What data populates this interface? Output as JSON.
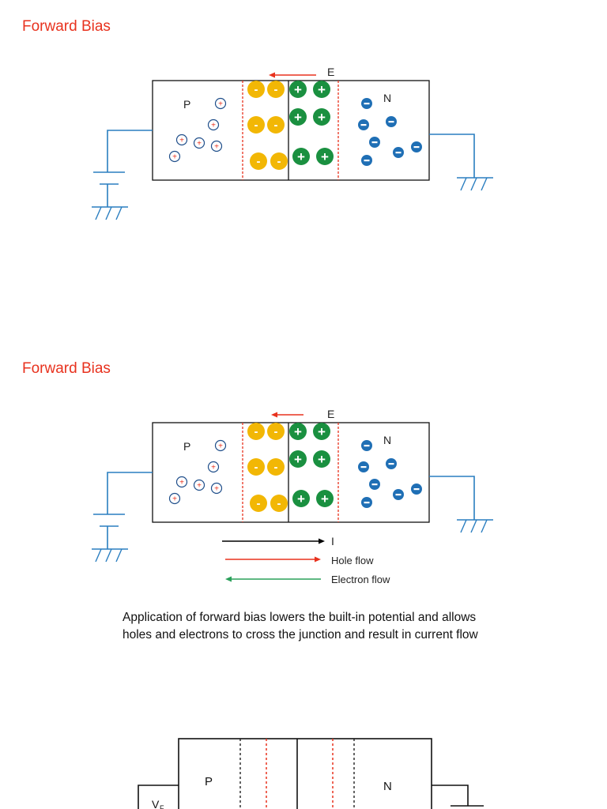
{
  "slides": [
    {
      "title": "Forward Bias"
    },
    {
      "title": "Forward Bias"
    }
  ],
  "labels": {
    "p_region": "P",
    "n_region": "N",
    "field": "E",
    "current": "I",
    "hole_flow": "Hole flow",
    "electron_flow": "Electron  flow",
    "voltage_v": "V",
    "voltage_sub": "F",
    "minus": "-",
    "plus": "+"
  },
  "caption": "Application of forward bias lowers the built-in potential and allows holes and electrons to cross the junction and result in current flow",
  "colors": {
    "title": "#e8321e",
    "wire": "#2a7ec0",
    "depletion_boundary": "#e8321e",
    "acceptor_ion": "#f2b705",
    "donor_ion": "#1a9040",
    "electron": "#1f6fb5",
    "hole_ring": "#1f4e8a",
    "hole_plus": "#e8321e",
    "current_arrow": "#000000",
    "hole_flow_arrow": "#e8321e",
    "electron_flow_arrow": "#2aa05a"
  }
}
